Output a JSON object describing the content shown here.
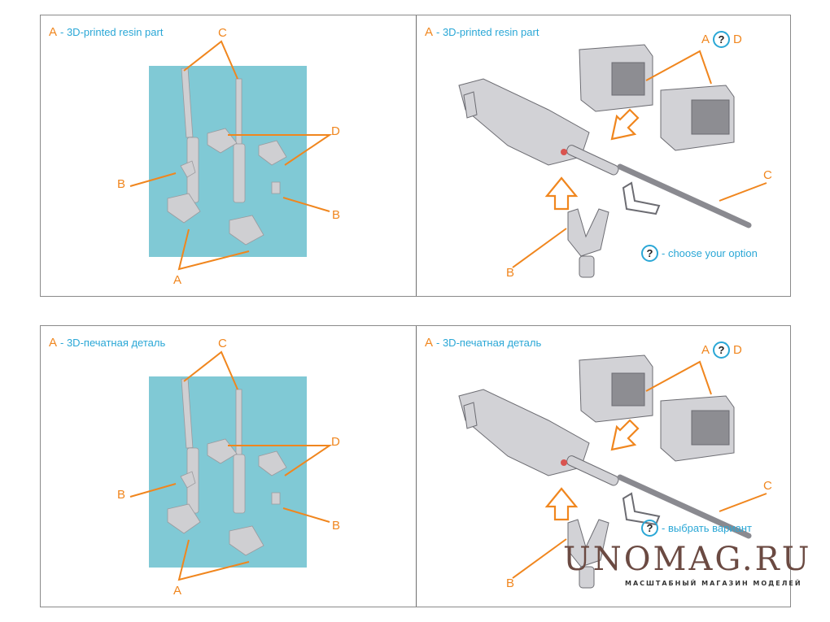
{
  "colors": {
    "accent_orange": "#f0861e",
    "accent_blue": "#2aa7d6",
    "sprue_teal": "#80c9d5",
    "part_gray": "#c9c9cc",
    "border_gray": "#8a8a8a",
    "watermark_brown": "#6b4a42"
  },
  "top": {
    "left": {
      "legend_key": "A",
      "legend_text": "- 3D-printed resin part",
      "callouts": {
        "c": "C",
        "d": "D",
        "b1": "B",
        "b2": "B",
        "a": "A"
      }
    },
    "right": {
      "legend_key": "A",
      "legend_text": "- 3D-printed resin part",
      "callouts": {
        "a": "A",
        "q": "?",
        "d": "D",
        "c": "C",
        "b": "B"
      },
      "option_icon": "?",
      "option_text": "- choose your option"
    }
  },
  "bottom": {
    "left": {
      "legend_key": "A",
      "legend_text": "- 3D-печатная деталь",
      "callouts": {
        "c": "C",
        "d": "D",
        "b1": "B",
        "b2": "B",
        "a": "A"
      }
    },
    "right": {
      "legend_key": "A",
      "legend_text": "- 3D-печатная деталь",
      "callouts": {
        "a": "A",
        "q": "?",
        "d": "D",
        "c": "C",
        "b": "B"
      },
      "option_icon": "?",
      "option_text": "- выбрать вариант"
    }
  },
  "watermark": {
    "title": "UNOMAG.RU",
    "subtitle": "МАСШТАБНЫЙ МАГАЗИН МОДЕЛЕЙ"
  }
}
